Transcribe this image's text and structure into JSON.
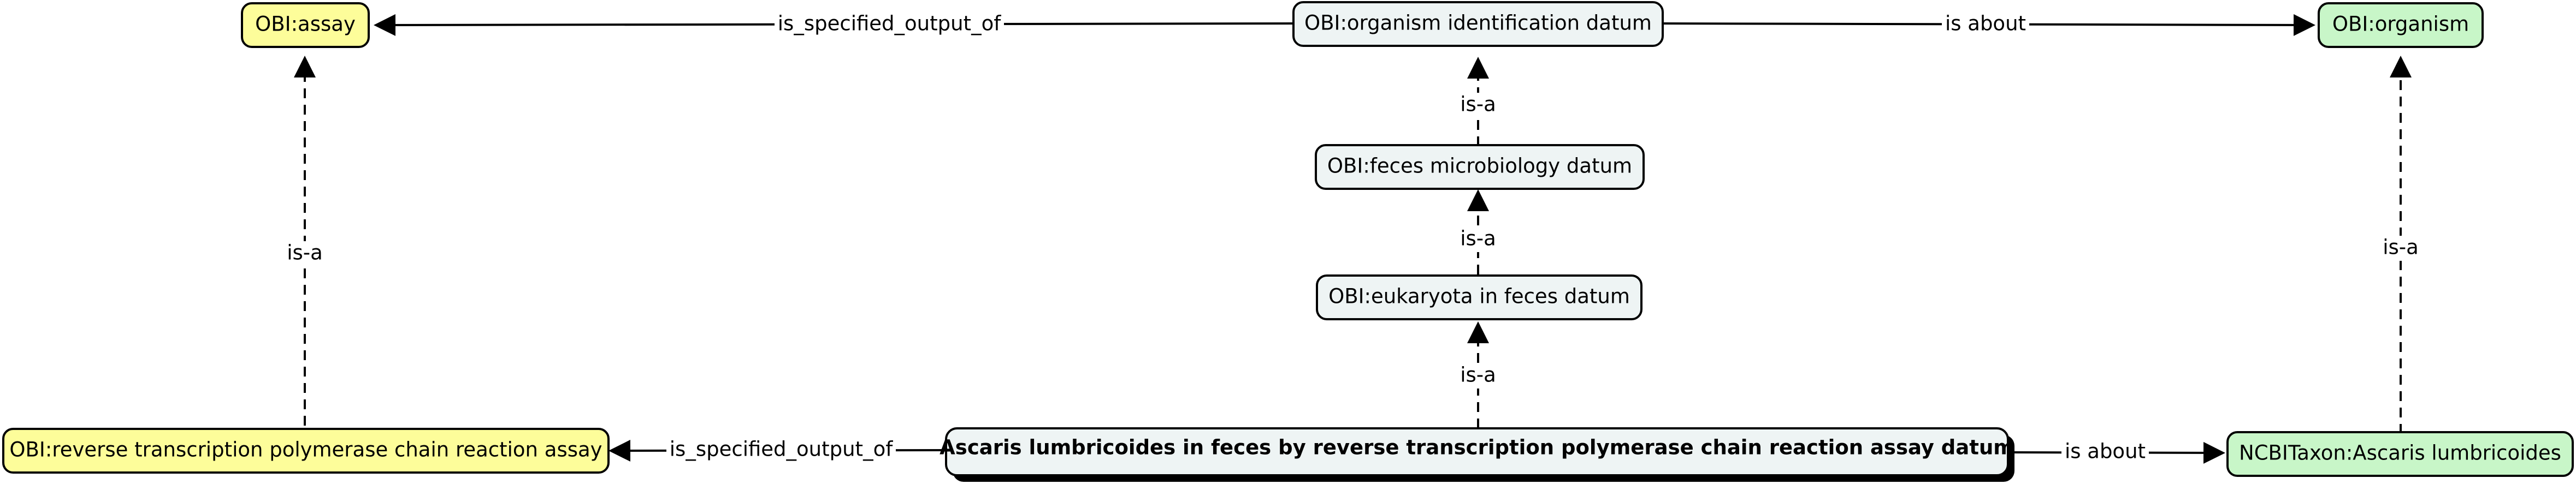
{
  "colors": {
    "assay_fill": "#fdfd9a",
    "datum_fill": "#eef4f4",
    "organism_fill": "#c8f6c8",
    "stroke": "#000000"
  },
  "nodes": {
    "assay": "OBI:assay",
    "organism_identification_datum": "OBI:organism identification datum",
    "organism": "OBI:organism",
    "feces_microbiology_datum": "OBI:feces microbiology datum",
    "eukaryota_in_feces_datum": "OBI:eukaryota in feces datum",
    "rt_pcr_assay": "OBI:reverse transcription polymerase chain reaction assay",
    "ascaris_datum": "Ascaris lumbricoides in feces by reverse transcription polymerase chain reaction assay datum",
    "ascaris_taxon": "NCBITaxon:Ascaris lumbricoides"
  },
  "edges": {
    "top_output": "is_specified_output_of",
    "top_about": "is about",
    "assay_isa": "is-a",
    "organism_isa": "is-a",
    "feces_isa": "is-a",
    "eukaryota_isa": "is-a",
    "ascaris_isa": "is-a",
    "bottom_output": "is_specified_output_of",
    "bottom_about": "is about"
  }
}
